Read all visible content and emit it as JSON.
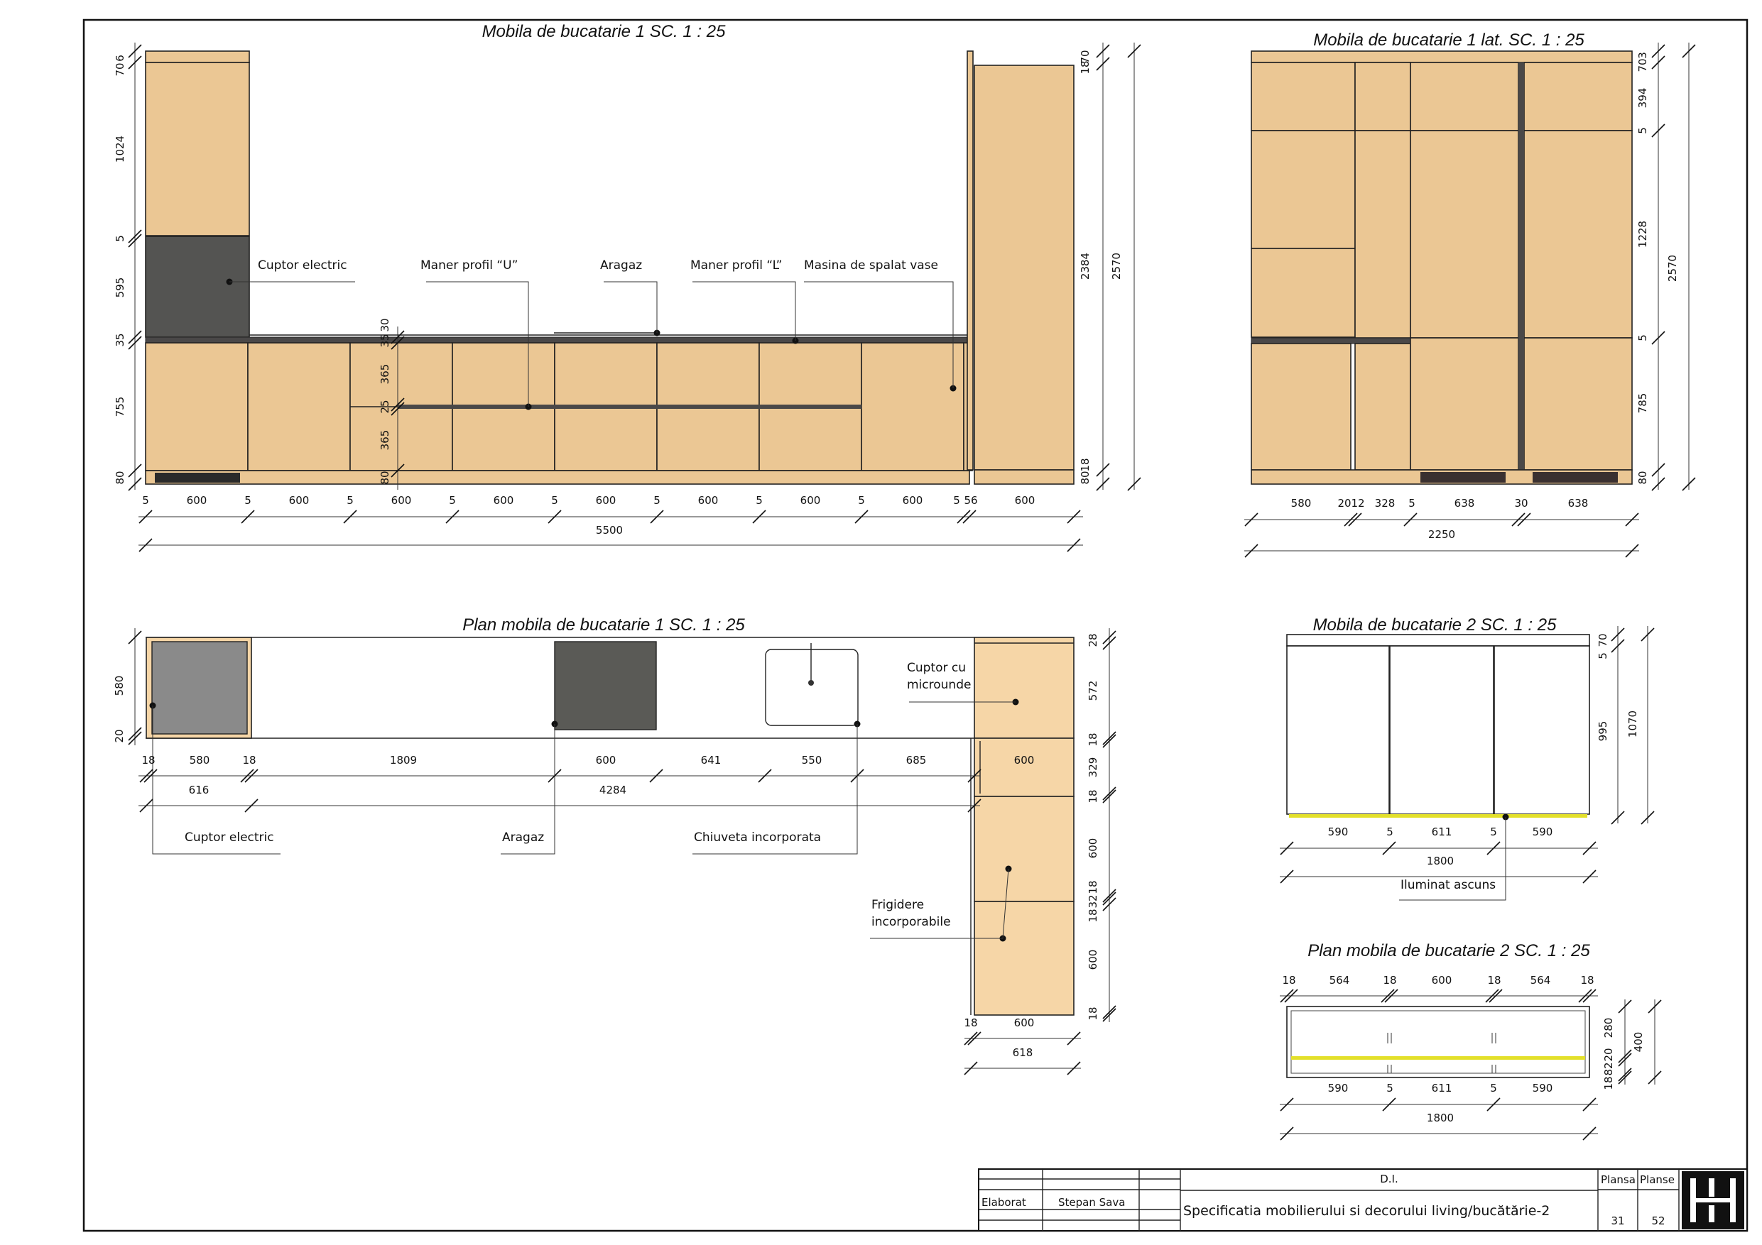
{
  "views": {
    "v1": {
      "title": "Mobila de bucatarie 1 SC. 1 : 25"
    },
    "v2": {
      "title": "Mobila de bucatarie 1 lat. SC. 1 : 25"
    },
    "v3": {
      "title": "Plan mobila de bucatarie 1 SC. 1 : 25"
    },
    "v4": {
      "title": "Mobila de bucatarie 2 SC. 1 : 25"
    },
    "v5": {
      "title": "Plan mobila de bucatarie 2 SC. 1 : 25"
    }
  },
  "labels": {
    "cuptor_electric": "Cuptor electric",
    "maner_u": "Maner profil “U”",
    "aragaz": "Aragaz",
    "maner_l": "Maner profil “L”",
    "masina_vase": "Masina de spalat vase",
    "cuptor_microunde_1": "Cuptor cu",
    "cuptor_microunde_2": "microunde",
    "chiuveta": "Chiuveta incorporata",
    "frigidere_1": "Frigidere",
    "frigidere_2": "incorporabile",
    "iluminat": "Iluminat ascuns"
  },
  "dims": {
    "v1_left": [
      "6",
      "70",
      "1024",
      "5",
      "595",
      "35",
      "755",
      "80"
    ],
    "v1_mid": [
      "35",
      "30",
      "365",
      "25",
      "365",
      "80"
    ],
    "v1_right": [
      "18",
      "70",
      "2384",
      "2570",
      "80",
      "18"
    ],
    "v1_bottom": [
      "5",
      "600",
      "5",
      "600",
      "5",
      "600",
      "5",
      "600",
      "5",
      "600",
      "5",
      "600",
      "5",
      "600",
      "5",
      "600",
      "5",
      "56",
      "600"
    ],
    "v1_total": "5500",
    "v2_right": [
      "3",
      "70",
      "394",
      "5",
      "1228",
      "5",
      "785",
      "80",
      "2570"
    ],
    "v2_bottom": [
      "580",
      "20",
      "12",
      "328",
      "5",
      "638",
      "30",
      "638"
    ],
    "v2_total": "2250",
    "v3_left": [
      "580",
      "20"
    ],
    "v3_row1": [
      "18",
      "580",
      "18",
      "1809",
      "600",
      "641",
      "550",
      "685",
      "600"
    ],
    "v3_row2": [
      "616",
      "4284"
    ],
    "v3_right": [
      "28",
      "572",
      "18",
      "329",
      "18",
      "600",
      "18",
      "32",
      "18",
      "600",
      "18"
    ],
    "v3_bottom": [
      "18",
      "600",
      "618"
    ],
    "v4_right": [
      "70",
      "5",
      "995",
      "1070"
    ],
    "v4_bottom": [
      "590",
      "5",
      "611",
      "5",
      "590"
    ],
    "v4_total": "1800",
    "v5_top": [
      "18",
      "564",
      "18",
      "600",
      "18",
      "564",
      "18"
    ],
    "v5_right": [
      "280",
      "20",
      "82",
      "18",
      "400"
    ],
    "v5_bottom": [
      "590",
      "5",
      "611",
      "5",
      "590"
    ],
    "v5_total": "1800"
  },
  "title_block": {
    "project": "D.I.",
    "role": "Elaborat",
    "author": "Stepan Sava",
    "description": "Specificatia mobilierului si decorului living/bucătărie-2",
    "plansa_label": "Plansa",
    "plansa_value": "31",
    "planse_label": "Planse",
    "planse_value": "52"
  },
  "colors": {
    "wood": "#ebc794",
    "wood_plan": "#f6d6a7",
    "appliance_dark": "#545452",
    "cooktop_plan": "#5a5a56",
    "oven_plan": "#8a8a8a",
    "led": "#e3e02a"
  }
}
